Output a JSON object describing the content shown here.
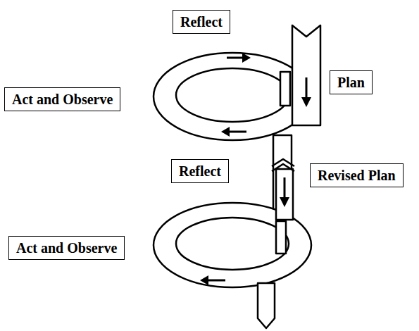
{
  "diagram": {
    "nodes": [
      {
        "text": [
          "Reflect"
        ]
      },
      {
        "text": [
          "Plan"
        ]
      },
      {
        "text": [
          "Act and Observe"
        ]
      },
      {
        "text": [
          "Reflect"
        ]
      },
      {
        "text": [
          "Revised Plan"
        ]
      },
      {
        "text": [
          "Act and Observe"
        ]
      }
    ]
  }
}
